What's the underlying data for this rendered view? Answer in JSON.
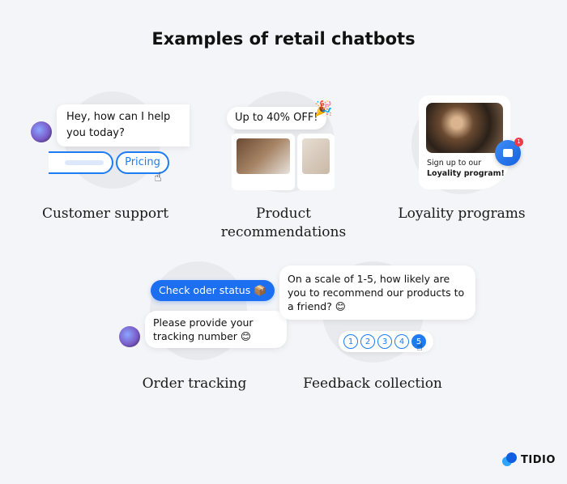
{
  "title": "Examples of retail chatbots",
  "customer_support": {
    "message": "Hey, how can I help you today?",
    "button": "Pricing",
    "caption": "Customer support"
  },
  "product_recommendations": {
    "promo": "Up to 40% OFF!",
    "caption": "Product recommendations"
  },
  "loyalty": {
    "text_line1": "Sign up to our",
    "text_line2": "Loyality program!",
    "badge": "1",
    "caption": "Loyality programs"
  },
  "order_tracking": {
    "button": "Check oder status 📦",
    "message": "Please provide your tracking number 😊",
    "caption": "Order tracking"
  },
  "feedback": {
    "question": "On a scale of 1-5, how likely are you to recommend our products to a friend? 😊",
    "ratings": [
      "1",
      "2",
      "3",
      "4",
      "5"
    ],
    "selected": "5",
    "caption": "Feedback collection"
  },
  "logo": {
    "text": "TIDIO"
  },
  "colors": {
    "accent": "#1d7cf2",
    "background": "#f4f5f8"
  }
}
